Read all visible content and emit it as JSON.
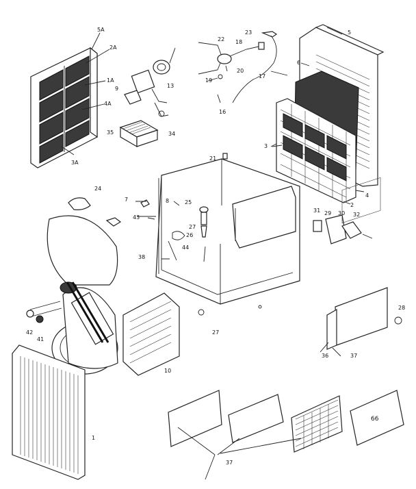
{
  "labels": {
    "l5a": "5A",
    "l2a": "2A",
    "l1a": "1A",
    "l4a": "4A",
    "l3a": "3A",
    "l22": "22",
    "l23": "23",
    "l18": "18",
    "l20": "20",
    "l19": "19",
    "l17": "17",
    "l16": "16",
    "l9": "9",
    "l13": "13",
    "l34": "34",
    "l35": "35",
    "l21": "21",
    "l5": "5",
    "l6": "6",
    "l3": "3",
    "l4": "4",
    "l2": "2",
    "l24": "24",
    "l7": "7",
    "l43": "43",
    "l8": "8",
    "l25": "25",
    "l27": "27",
    "l26": "26",
    "l44": "44",
    "l38": "38",
    "l31": "31",
    "l29": "29",
    "l30": "30",
    "l32": "32",
    "l42": "42",
    "l41": "41",
    "l10": "10",
    "l27b": "27",
    "l28": "28",
    "l36": "36",
    "l37": "37",
    "l1": "1",
    "l37b": "37",
    "l66": "66"
  }
}
